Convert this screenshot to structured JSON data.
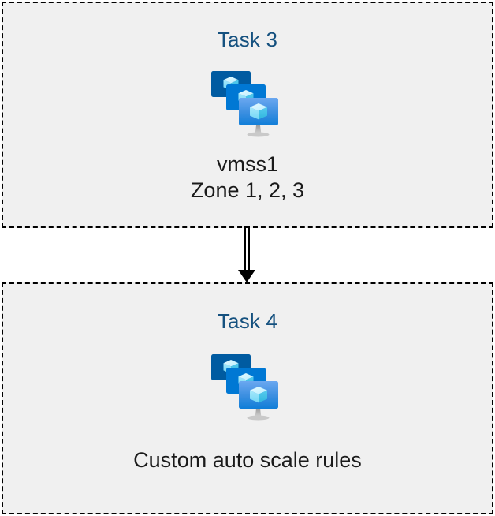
{
  "diagram": {
    "background_color": "#ffffff",
    "box_fill_color": "#f0f0f0",
    "box_border_color": "#000000",
    "title_color": "#15517f",
    "caption_color": "#1a1a1a",
    "connector_color": "#000000"
  },
  "icon": {
    "name": "azure-virtual-machine-scale-set-icon",
    "back_panel_color": "#005BA1",
    "mid_panel_color": "#0078D4",
    "front_panel_color_top": "#5EA0EF",
    "front_panel_color_bottom": "#0F7ED8",
    "cube_light_color": "#C3F1FF",
    "cube_mid_color": "#9CEBFF",
    "cube_dark_color": "#32BEDD",
    "stand_color": "#B3B3B3"
  },
  "boxes": [
    {
      "id": "task3",
      "title": "Task 3",
      "icon": "azure-virtual-machine-scale-set-icon",
      "caption_lines": [
        "vmss1",
        "Zone 1, 2, 3"
      ]
    },
    {
      "id": "task4",
      "title": "Task 4",
      "icon": "azure-virtual-machine-scale-set-icon",
      "caption_lines": [
        "Custom auto scale rules"
      ]
    }
  ],
  "connector": {
    "name": "double-line-down-arrow",
    "from": "task3",
    "to": "task4",
    "style": "double-line",
    "direction": "down"
  }
}
